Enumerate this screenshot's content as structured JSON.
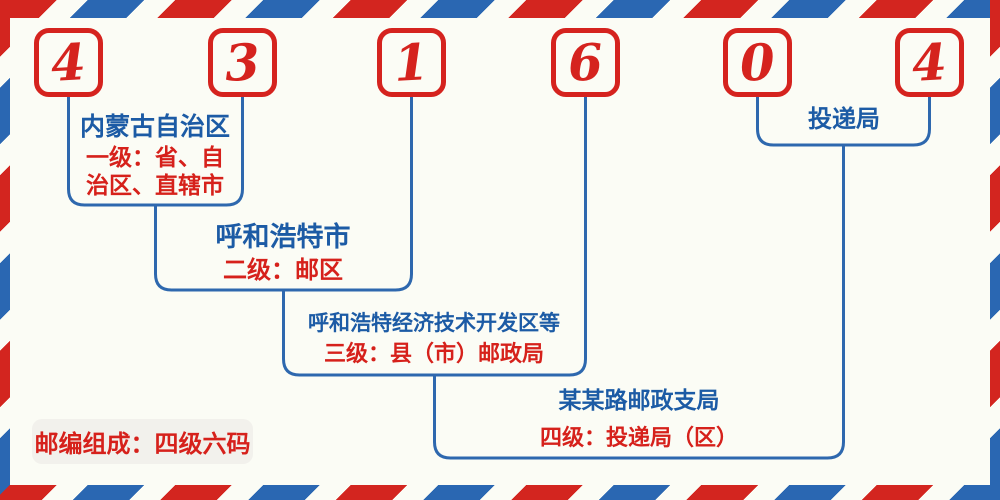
{
  "postal_code": {
    "value": "431604",
    "digits": [
      "4",
      "3",
      "1",
      "6",
      "0",
      "4"
    ]
  },
  "levels": [
    {
      "name": "内蒙古自治区",
      "desc_lines": [
        "一级：省、自",
        "治区、直辖市"
      ]
    },
    {
      "name": "呼和浩特市",
      "desc_lines": [
        "二级：邮区"
      ]
    },
    {
      "name": "呼和浩特经济技术开发区等",
      "desc_lines": [
        "三级：县（市）邮政局"
      ]
    },
    {
      "name": "某某路邮政支局",
      "desc_lines": [
        "四级：投递局（区）"
      ]
    }
  ],
  "delivery_label": "投递局",
  "footer_badge": "邮编组成：四级六码",
  "colors": {
    "stripe_red": "#d3251f",
    "stripe_blue": "#2a67b2",
    "digit_red": "#d5231e",
    "connector_blue": "#2e68ae",
    "text_blue": "#1c5ba5",
    "text_red": "#d6211b",
    "background": "#fbfcf5",
    "badge_background": "#f2f1ec"
  }
}
